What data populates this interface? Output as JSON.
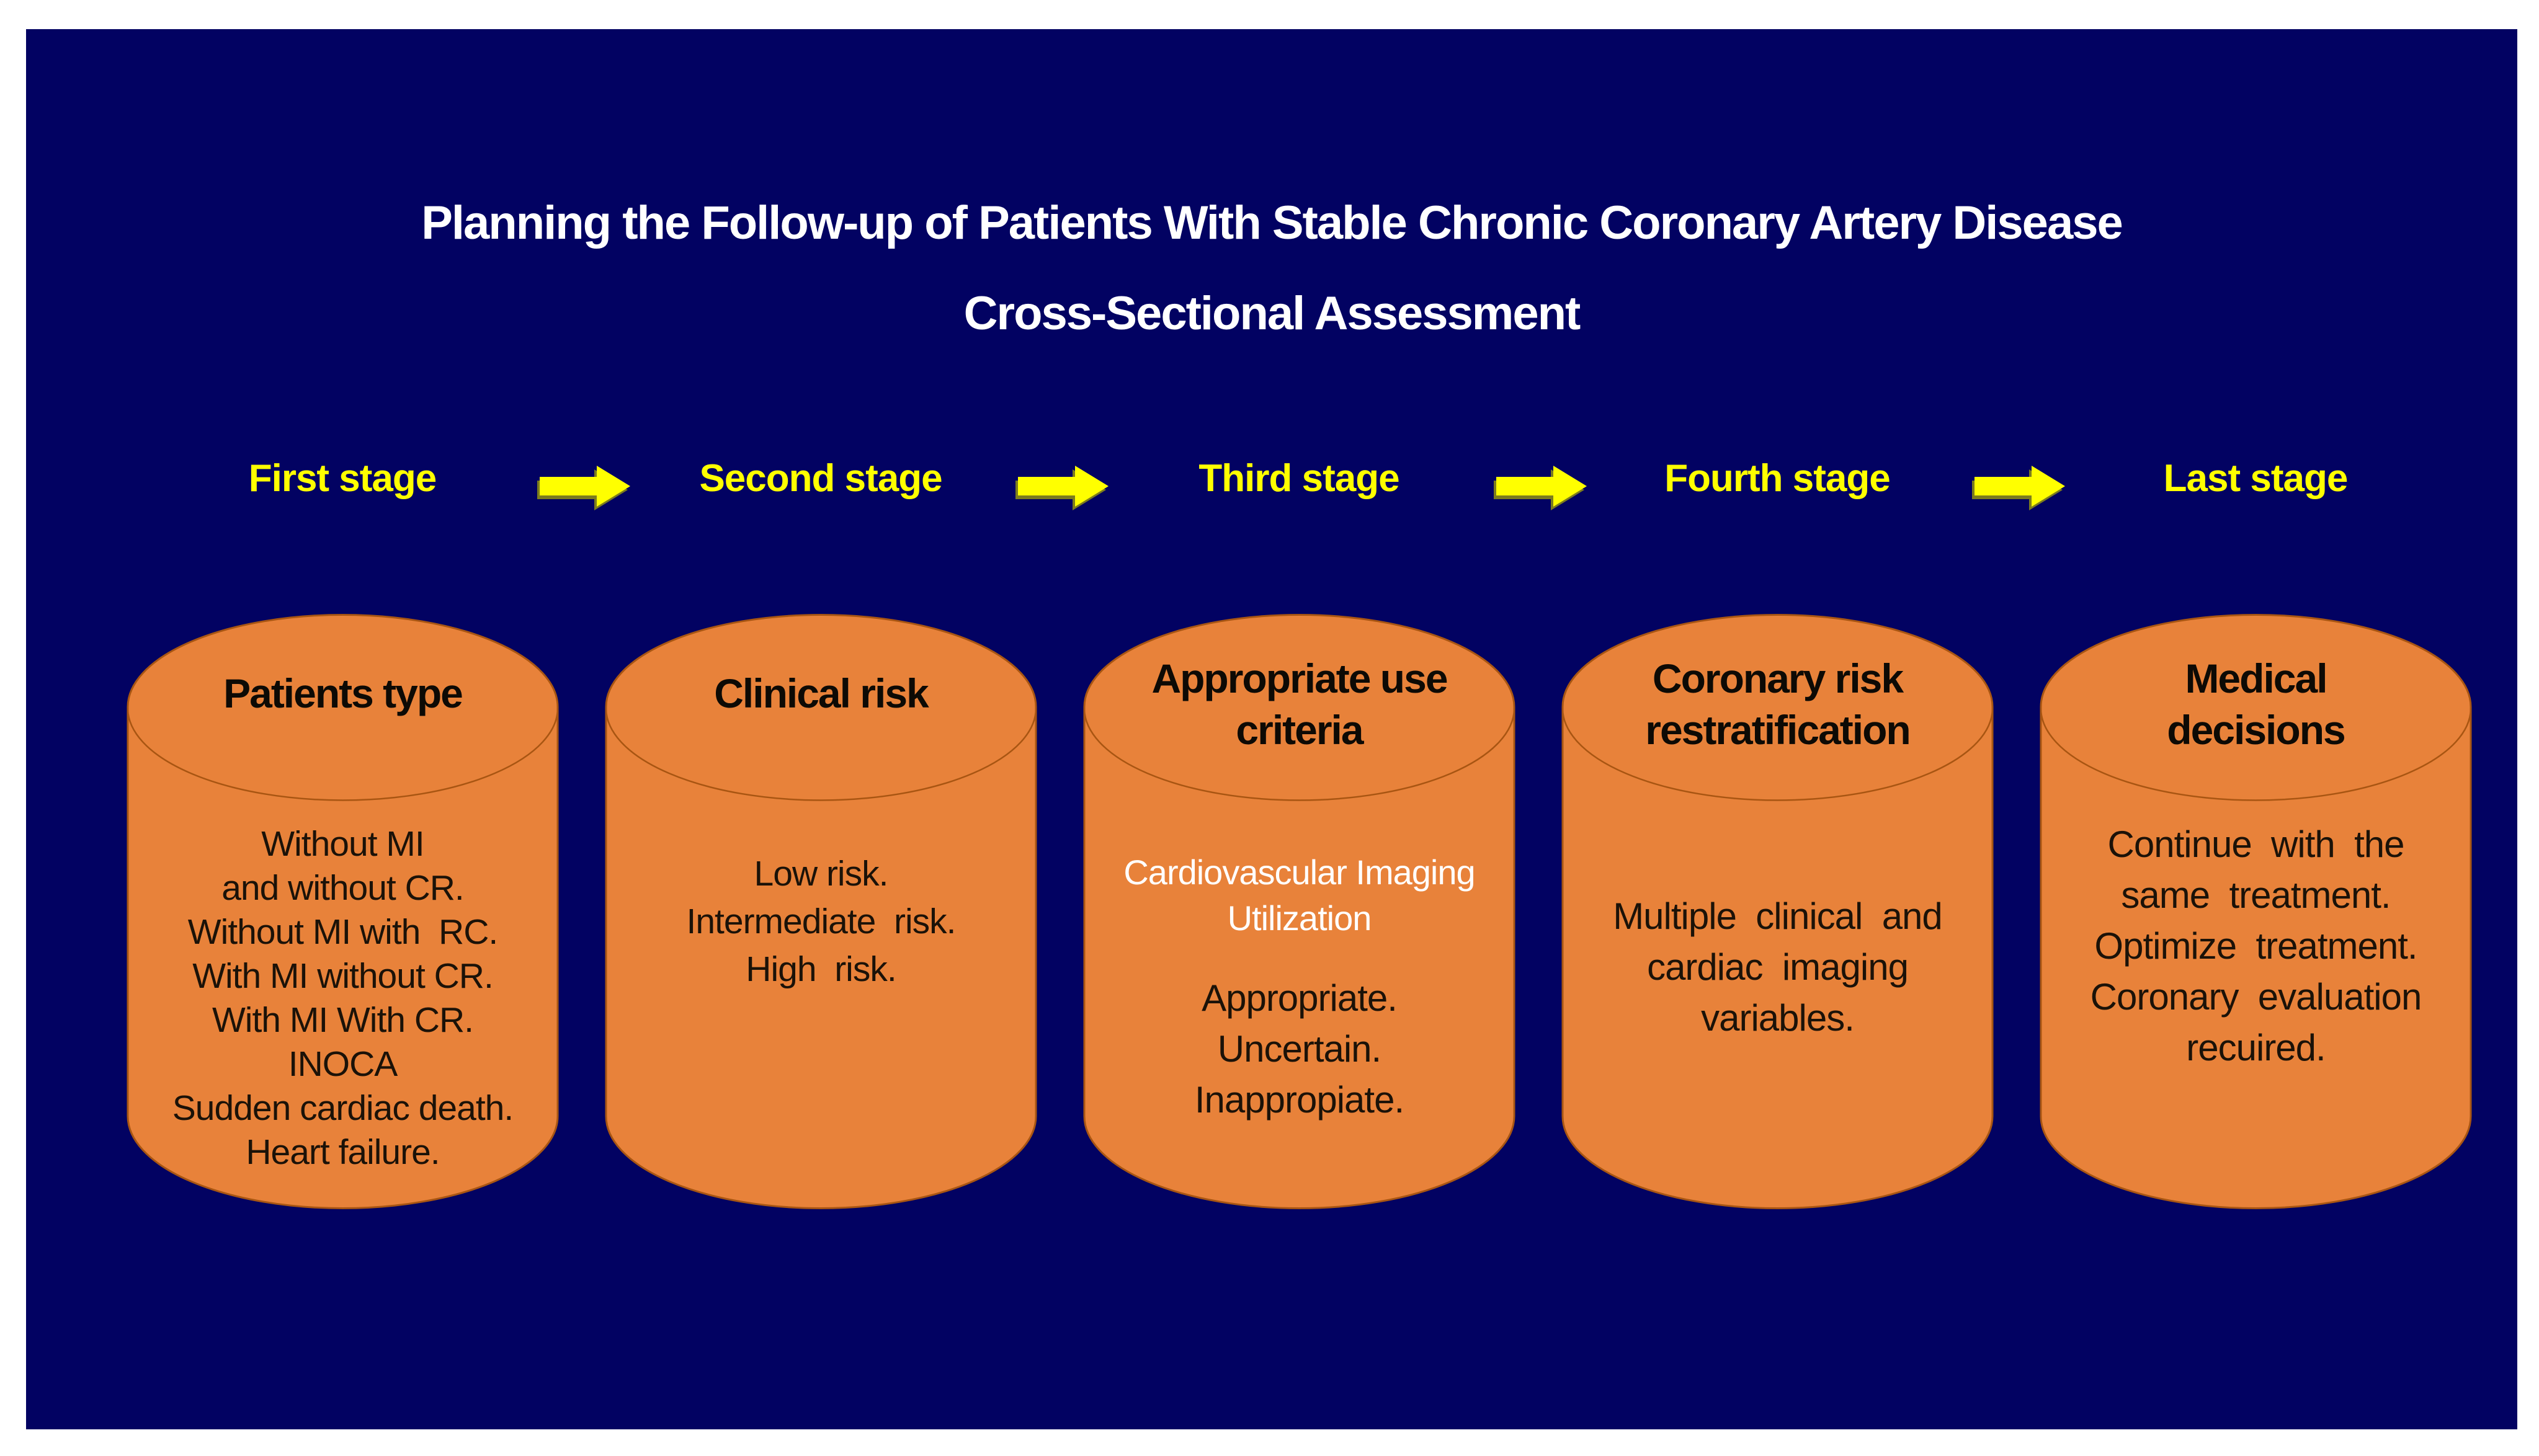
{
  "title": {
    "line1": "Planning the Follow-up of Patients With Stable Chronic Coronary Artery Disease",
    "line2": "Cross-Sectional Assessment"
  },
  "stages": [
    {
      "label": "First stage",
      "heading": [
        "Patients type"
      ],
      "body": [
        "Without MI",
        "and without CR.",
        "Without MI with  RC.",
        "With MI without CR.",
        "With MI With CR.",
        "INOCA",
        "Sudden cardiac death.",
        "Heart failure."
      ]
    },
    {
      "label": "Second stage",
      "heading": [
        "Clinical risk"
      ],
      "body": [
        "Low risk.",
        "Intermediate  risk.",
        "High  risk."
      ]
    },
    {
      "label": "Third stage",
      "heading": [
        "Appropriate use",
        "criteria"
      ],
      "subnote": [
        "Cardiovascular Imaging",
        "Utilization"
      ],
      "body": [
        "Appropriate.",
        "Uncertain.",
        "Inappropiate."
      ]
    },
    {
      "label": "Fourth stage",
      "heading": [
        "Coronary risk",
        "restratification"
      ],
      "body": [
        "Multiple  clinical  and",
        "cardiac  imaging",
        "variables."
      ]
    },
    {
      "label": "Last stage",
      "heading": [
        "Medical",
        "decisions"
      ],
      "body": [
        "Continue  with  the",
        "same  treatment.",
        "Optimize  treatment.",
        "Coronary  evaluation",
        "recuired."
      ]
    }
  ],
  "colors": {
    "background": "#020262",
    "cylinder_fill": "#E8823A",
    "cylinder_outline": "#A85512",
    "stage_text": "#FFFF00",
    "arrow_fill": "#FFFF00",
    "arrow_shadow": "#7C7C1E",
    "title_text": "#FFFFFF",
    "subnote_text": "#FFFFFF",
    "body_text": "#1B1208"
  }
}
